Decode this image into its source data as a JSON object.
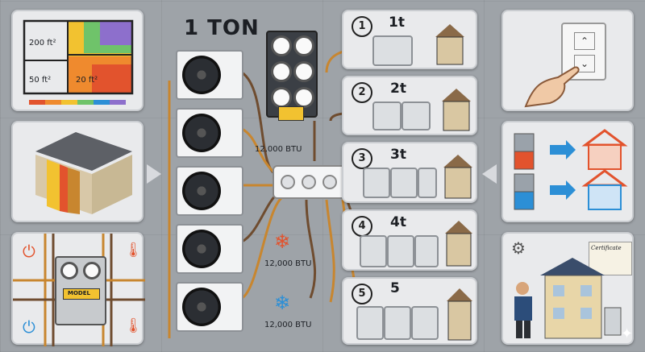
{
  "center": {
    "title": "1 TON",
    "btu_label_1": "12,000 BTU",
    "btu_label_2": "12,000 BTU",
    "btu_label_3": "12,000 BTU"
  },
  "floorplan": {
    "room_1": "200 ft²",
    "room_2": "50 ft²",
    "room_3": "20 ft²"
  },
  "control_box": {
    "label": "MODEL"
  },
  "tonnage_steps": [
    {
      "num": "1",
      "label": "1t"
    },
    {
      "num": "2",
      "label": "2t"
    },
    {
      "num": "3",
      "label": "3t"
    },
    {
      "num": "4",
      "label": "4t"
    },
    {
      "num": "5",
      "label": "5"
    }
  ],
  "certificate": {
    "title": "Certificate"
  },
  "colors": {
    "background": "#9ea3a8",
    "panel": "#e9eaec",
    "pipe_orange": "#c8862f",
    "pipe_brown": "#6f4c2f",
    "heat": "#e2532d",
    "cool": "#2c8fd6"
  }
}
